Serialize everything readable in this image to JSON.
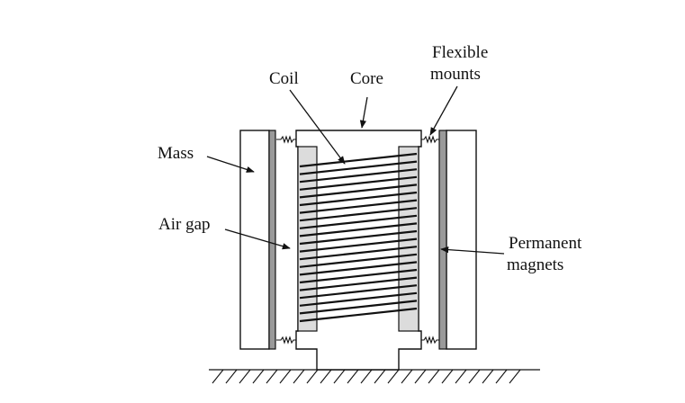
{
  "labels": {
    "coil": "Coil",
    "core": "Core",
    "flexible_mounts_line1": "Flexible",
    "flexible_mounts_line2": "mounts",
    "mass": "Mass",
    "air_gap": "Air gap",
    "permanent_magnets_line1": "Permanent",
    "permanent_magnets_line2": "magnets"
  }
}
